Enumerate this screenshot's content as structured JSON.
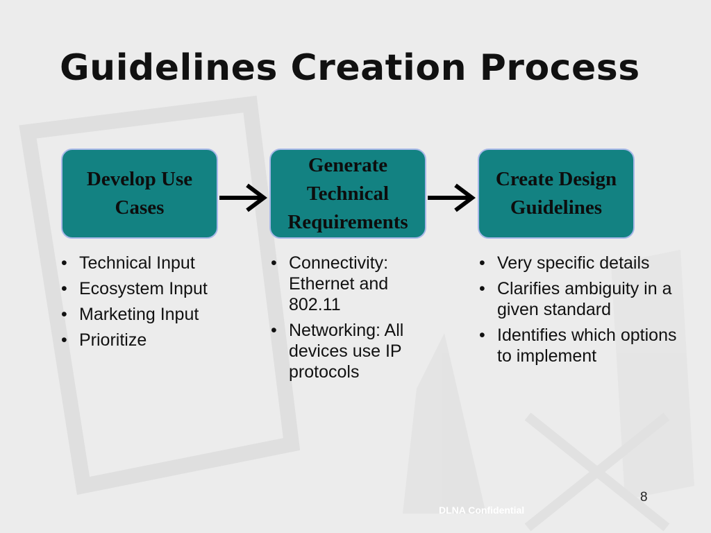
{
  "slide": {
    "title": "Guidelines Creation Process",
    "page_number": "8",
    "footer": "DLNA Confidential"
  },
  "colors": {
    "box_fill": "#138282",
    "box_border": "#a8b8e8",
    "background": "#ececec"
  },
  "process": {
    "steps": [
      {
        "label": "Develop Use Cases",
        "bullets": [
          "Technical Input",
          "Ecosystem Input",
          "Marketing Input",
          "Prioritize"
        ]
      },
      {
        "label": "Generate Technical Requirements",
        "bullets": [
          "Connectivity: Ethernet and 802.11",
          "Networking: All devices use IP protocols"
        ]
      },
      {
        "label": "Create Design Guidelines",
        "bullets": [
          "Very specific details",
          "Clarifies ambiguity in a given standard",
          "Identifies which options to implement"
        ]
      }
    ]
  }
}
